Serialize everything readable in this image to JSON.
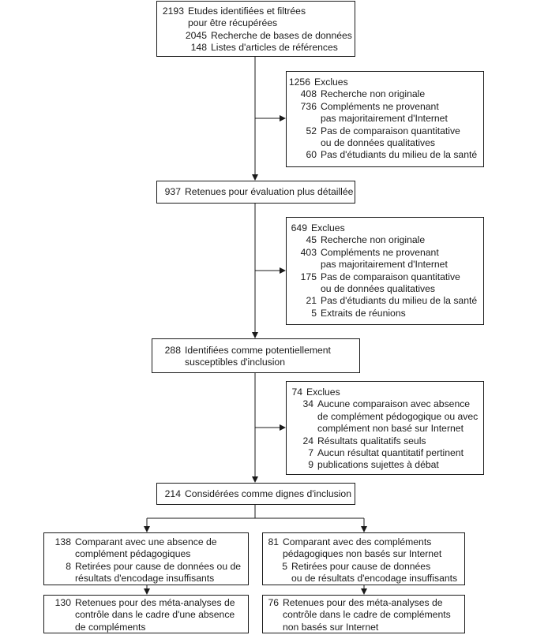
{
  "flowchart": {
    "identified": {
      "rows": [
        {
          "num": "2193",
          "label": "Etudes identifiées et filtrées\npour être récupérées"
        },
        {
          "num": "2045",
          "label": "Recherche de bases de données"
        },
        {
          "num": "148",
          "label": "Listes d'articles de références"
        }
      ]
    },
    "excluded1": {
      "rows": [
        {
          "num": "1256",
          "label": "Exclues"
        },
        {
          "num": "408",
          "label": "Recherche non originale"
        },
        {
          "num": "736",
          "label": "Compléments ne provenant\npas majoritairement d'Internet"
        },
        {
          "num": "52",
          "label": "Pas de comparaison quantitative\nou de données qualitatives"
        },
        {
          "num": "60",
          "label": "Pas d'étudiants du milieu de la santé"
        }
      ]
    },
    "retained": {
      "rows": [
        {
          "num": "937",
          "label": "Retenues pour évaluation plus détaillée"
        }
      ]
    },
    "excluded2": {
      "rows": [
        {
          "num": "649",
          "label": "Exclues"
        },
        {
          "num": "45",
          "label": "Recherche non originale"
        },
        {
          "num": "403",
          "label": "Compléments ne provenant\npas majoritairement d'Internet"
        },
        {
          "num": "175",
          "label": "Pas de comparaison quantitative\nou de données qualitatives"
        },
        {
          "num": "21",
          "label": "Pas d'étudiants du milieu de la santé"
        },
        {
          "num": "5",
          "label": "Extraits de réunions"
        }
      ]
    },
    "potential": {
      "rows": [
        {
          "num": "288",
          "label": "Identifiées comme potentiellement\nsusceptibles d'inclusion"
        }
      ]
    },
    "excluded3": {
      "rows": [
        {
          "num": "74",
          "label": "Exclues"
        },
        {
          "num": "34",
          "label": "Aucune comparaison avec absence\nde complément pédogogique ou avec\ncomplément non basé sur Internet"
        },
        {
          "num": "24",
          "label": "Résultats qualitatifs seuls"
        },
        {
          "num": "7",
          "label": "Aucun résultat quantitatif pertinent"
        },
        {
          "num": "9",
          "label": "publications sujettes à débat"
        }
      ]
    },
    "eligible": {
      "rows": [
        {
          "num": "214",
          "label": "Considérées comme dignes d'inclusion"
        }
      ]
    },
    "no_supplement": {
      "rows": [
        {
          "num": "138",
          "label": "Comparant avec une absence de\ncomplément pédagogiques"
        },
        {
          "num": "8",
          "label": "Retirées pour cause de données ou de\nrésultats d'encodage insuffisants"
        }
      ]
    },
    "non_internet": {
      "rows": [
        {
          "num": "81",
          "label": "Comparant avec des compléments\npédagogiques non basés sur Internet"
        },
        {
          "num": "5",
          "label": "Retirées pour cause de données\nou de résultats d'encodage insuffisants"
        }
      ]
    },
    "final_no_supplement": {
      "rows": [
        {
          "num": "130",
          "label": "Retenues pour des méta-analyses de\ncontrôle dans le cadre d'une absence\nde compléments"
        }
      ]
    },
    "final_non_internet": {
      "rows": [
        {
          "num": "76",
          "label": "Retenues pour des méta-analyses de\ncontrôle dans le cadre de compléments\nnon basés sur Internet"
        }
      ]
    }
  }
}
